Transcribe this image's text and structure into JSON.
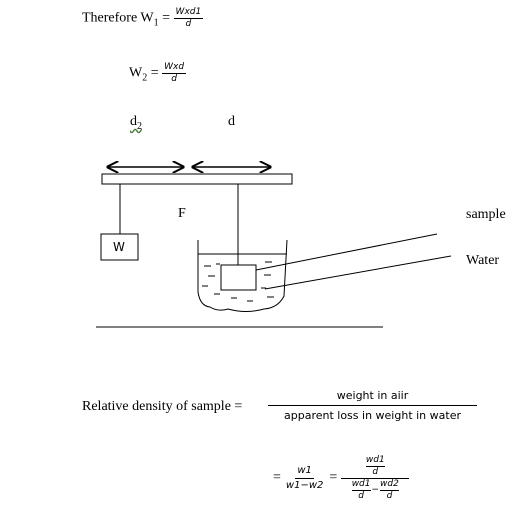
{
  "formula1": {
    "prefix": "Therefore W",
    "sub": "1",
    "eq": " = ",
    "num": "Wxd1",
    "den": "d"
  },
  "formula2": {
    "prefix": "W",
    "sub": "2",
    "eq": " =",
    "num": "Wxd",
    "den": "d"
  },
  "labels": {
    "d2": "d",
    "d2_sub": "2",
    "d": "d",
    "F": "F",
    "W_box": "W",
    "sample": "sample",
    "water": "Water"
  },
  "relative_density": {
    "label": "Relative density of sample =",
    "num": "weight in aiir",
    "den": "apparent loss in weight in water"
  },
  "final_equation": {
    "eq1": "=",
    "frac1_num": "w1",
    "frac1_den": "w1−w2",
    "eq2": "=",
    "frac2_num": "wd1",
    "frac2_num_den": "d",
    "frac2_den_left_num": "wd1",
    "frac2_den_left_den": "d",
    "frac2_den_minus": "−",
    "frac2_den_right_num": "wd2",
    "frac2_den_right_den": "d"
  }
}
